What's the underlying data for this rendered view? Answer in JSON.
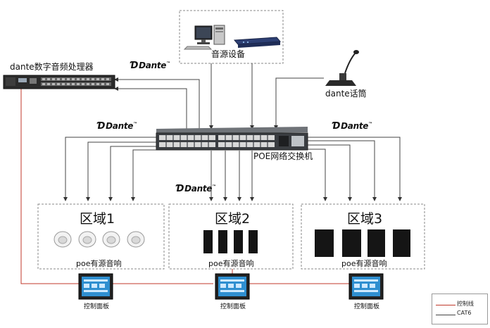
{
  "source": {
    "label": "音源设备"
  },
  "processor": {
    "label": "dante数字音频处理器"
  },
  "mic": {
    "label": "dante话筒"
  },
  "switch": {
    "label": "POE网络交换机"
  },
  "dante_logo": {
    "text": "Dante",
    "mark": "™"
  },
  "zones": [
    {
      "title": "区域1",
      "speaker_label": "poe有源音响",
      "panel_label": "控制面板"
    },
    {
      "title": "区域2",
      "speaker_label": "poe有源音响",
      "panel_label": "控制面板"
    },
    {
      "title": "区域3",
      "speaker_label": "poe有源音响",
      "panel_label": "控制面板"
    }
  ],
  "legend": [
    {
      "label": "控制线",
      "color": "#c0392b"
    },
    {
      "label": "CAT6",
      "color": "#444444"
    }
  ]
}
